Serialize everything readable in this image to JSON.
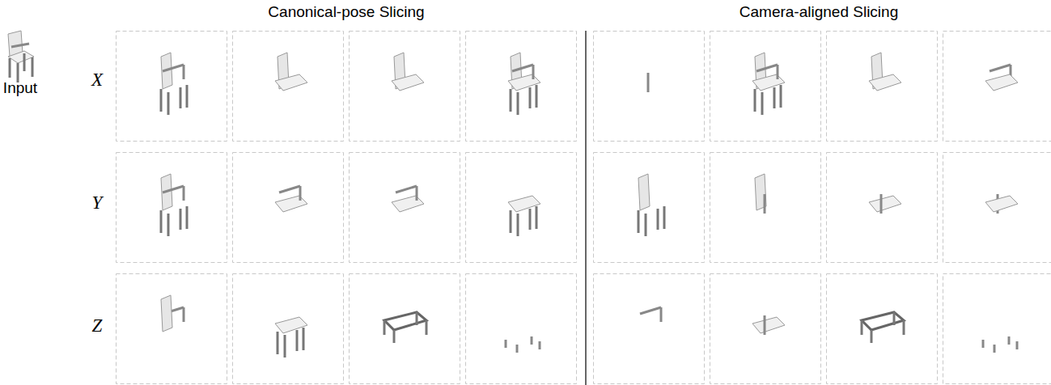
{
  "diagram": {
    "labels": [
      "Canonical-pose Slicing",
      "Camera-aligned Slicing",
      "Input",
      "X",
      "Y",
      "Z"
    ]
  }
}
